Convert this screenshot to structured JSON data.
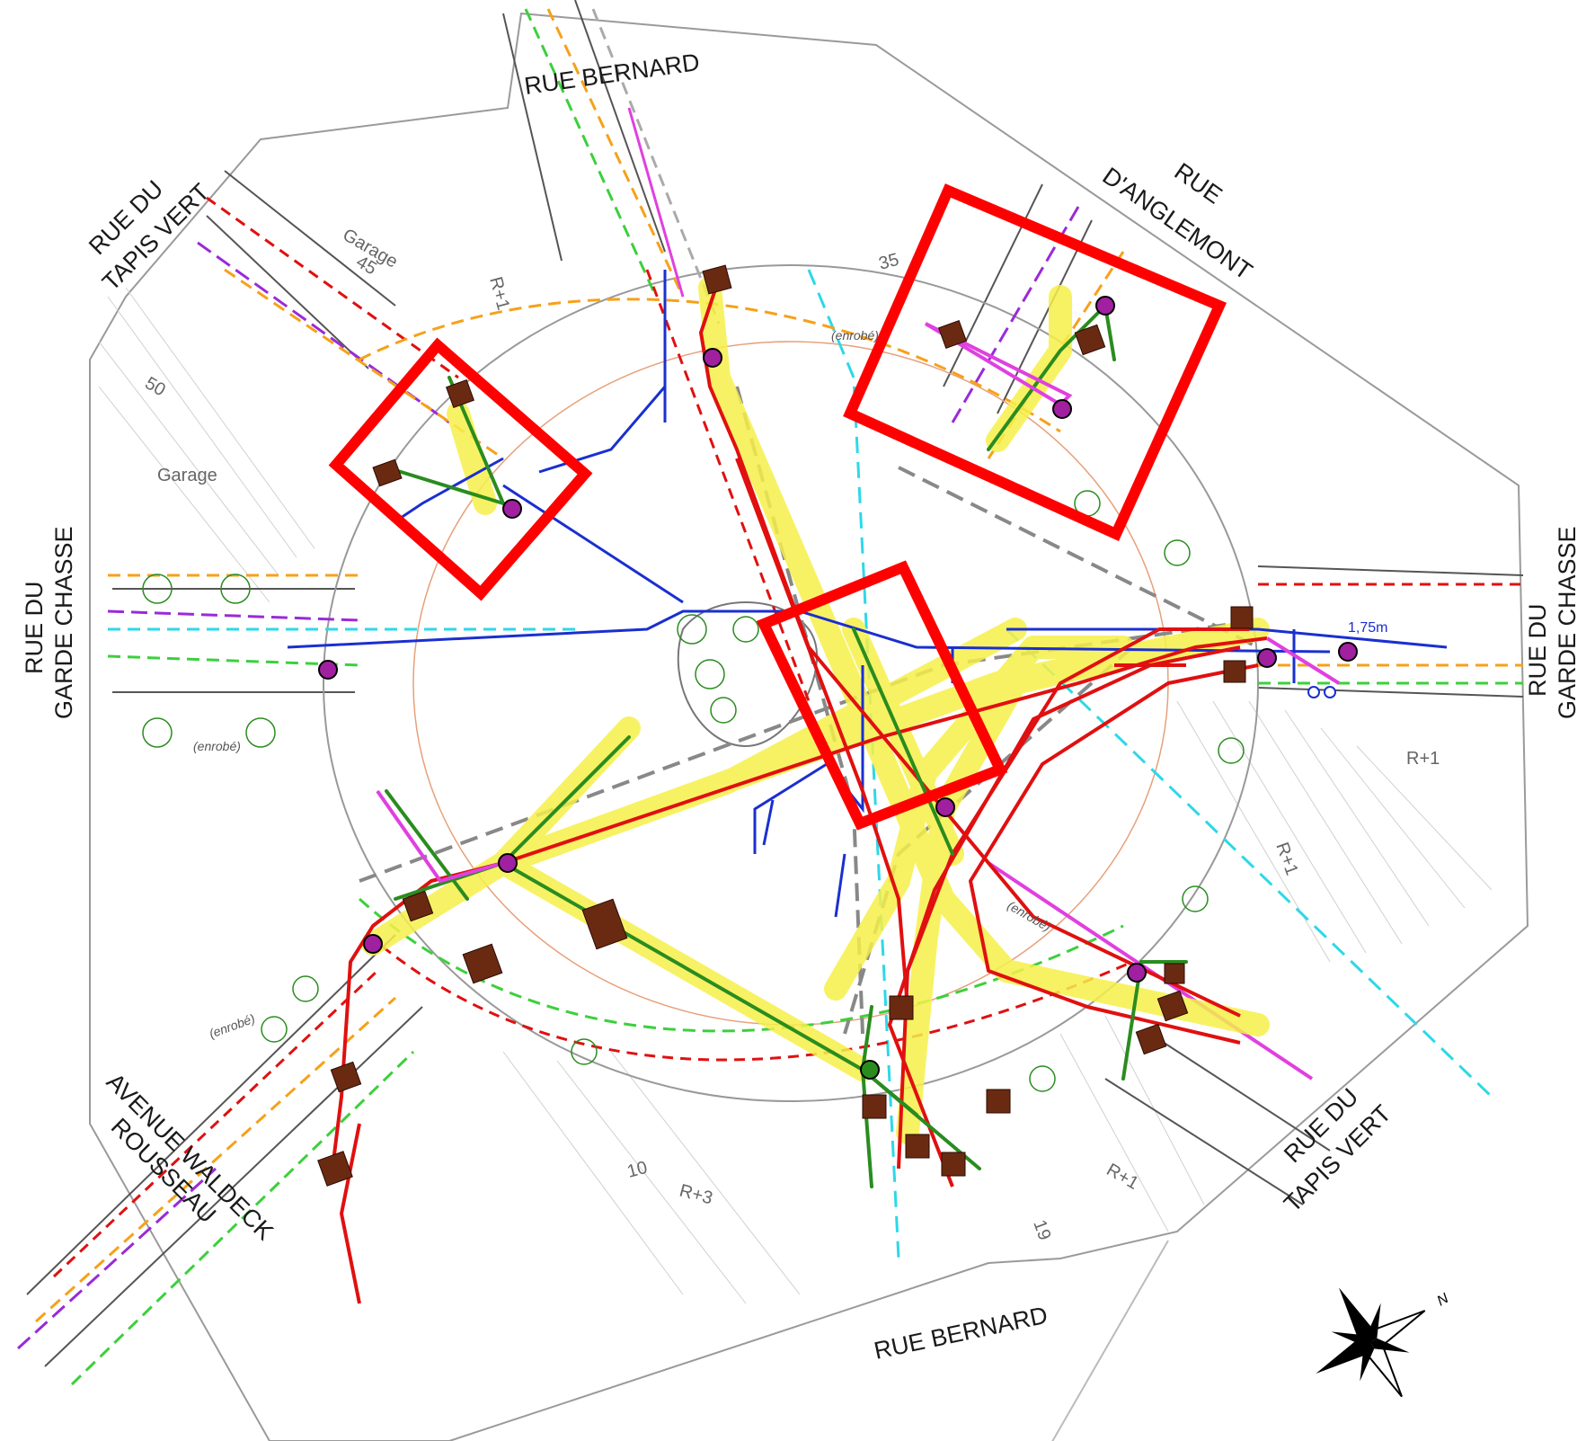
{
  "streets": {
    "rue_bernard_north": "RUE BERNARD",
    "rue_bernard_south": "RUE BERNARD",
    "rue_anglemont_line1": "RUE",
    "rue_anglemont_line2": "D'ANGLEMONT",
    "tapis_vert_nw_line1": "RUE DU",
    "tapis_vert_nw_line2": "TAPIS VERT",
    "tapis_vert_se_line1": "RUE DU",
    "tapis_vert_se_line2": "TAPIS VERT",
    "garde_chasse_w_line1": "RUE DU",
    "garde_chasse_w_line2": "GARDE CHASSE",
    "garde_chasse_e_line1": "RUE DU",
    "garde_chasse_e_line2": "GARDE CHASSE",
    "waldeck_line1": "AVENUE WALDECK",
    "waldeck_line2": "ROUSSEAU"
  },
  "buildings": {
    "garage_45_name": "Garage",
    "garage_45_number": "45",
    "garage_west": "Garage",
    "number_50": "50",
    "number_35": "35",
    "number_10": "10",
    "number_19": "19",
    "floors_r1_north": "R+1",
    "floors_r1_east": "R+1",
    "floors_r1_east2": "R+1",
    "floors_r1_south": "R+1",
    "floors_r3": "R+3"
  },
  "annotations": {
    "enrobe": "(enrobé)",
    "width_marker": "1,75m",
    "compass_n": "N"
  },
  "colors": {
    "highlight": "#f6f04a",
    "electric_red": "#e01010",
    "green_network": "#2a8c1f",
    "blue_network": "#1a2fd0",
    "magenta_network": "#e040e0",
    "chamber_brown": "#6a2a12",
    "node_purple": "#a020a0",
    "annotation_box": "#ff0000"
  }
}
